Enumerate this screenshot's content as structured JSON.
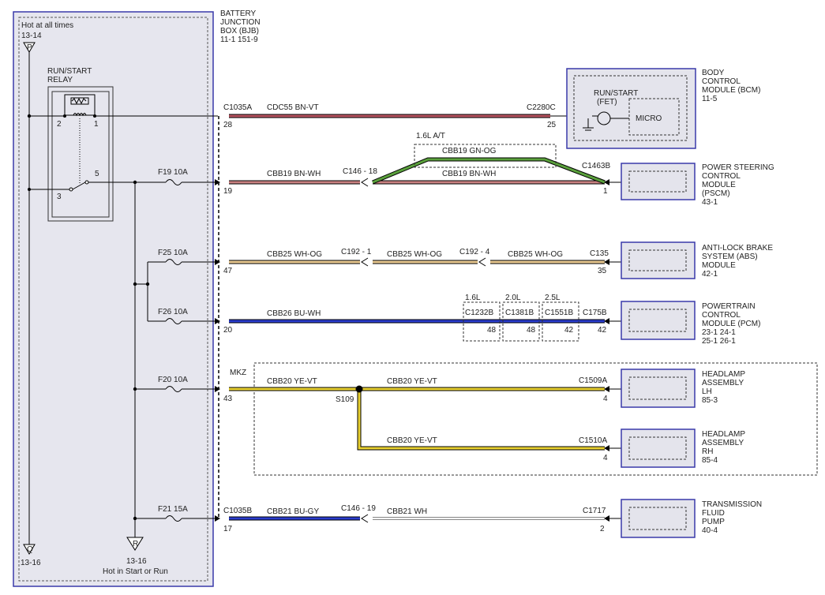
{
  "bjb": {
    "title_lines": [
      "BATTERY",
      "JUNCTION",
      "BOX (BJB)"
    ],
    "refs": "11-1    151-9",
    "hot_label": "Hot at all times",
    "ref_top": "13-14",
    "ref_bottom_left": "13-16",
    "ref_bottom_right": "13-16",
    "hot_run_label": "Hot in Start or Run",
    "tag_p": "P",
    "tag_q": "Q",
    "tag_r": "R"
  },
  "relay": {
    "title_lines": [
      "RUN/START",
      "RELAY"
    ],
    "pin2": "2",
    "pin1": "1",
    "pin3": "3",
    "pin5": "5"
  },
  "fuses": {
    "f19": "F19   10A",
    "f25": "F25   10A",
    "f26": "F26   10A",
    "f20": "F20   10A",
    "f21": "F21   15A"
  },
  "circuits": {
    "c1": {
      "conn_left": "C1035A",
      "pin_left": "28",
      "label": "CDC55   BN-VT",
      "conn_right": "C2280C",
      "pin_right": "25"
    },
    "c2": {
      "pin_left": "19",
      "label_left": "CBB19   BN-WH",
      "splice": "C146 - 18",
      "label_right": "CBB19   BN-WH",
      "conn_right": "C1463B",
      "pin_right": "1",
      "opt_label": "1.6L A/T",
      "opt_wire": "CBB19   GN-OG"
    },
    "c3": {
      "pin_left": "47",
      "label1": "CBB25   WH-OG",
      "splice1": "C192 - 1",
      "label2": "CBB25   WH-OG",
      "splice2": "C192 - 4",
      "label3": "CBB25   WH-OG",
      "conn_right": "C135",
      "pin_right": "35"
    },
    "c4": {
      "pin_left": "20",
      "label": "CBB26   BU-WH",
      "opt1_name": "1.6L",
      "opt1_conn": "C1232B",
      "opt1_pin": "48",
      "opt2_name": "2.0L",
      "opt2_conn": "C1381B",
      "opt2_pin": "48",
      "opt3_name": "2.5L",
      "opt3_conn": "C1551B",
      "opt3_pin": "42",
      "conn_right": "C175B",
      "pin_right": "42"
    },
    "c5": {
      "mkz": "MKZ",
      "pin_left": "43",
      "label_left": "CBB20   YE-VT",
      "splice": "S109",
      "label_right": "CBB20   YE-VT",
      "conn_right": "C1509A",
      "pin_right": "4"
    },
    "c6": {
      "label": "CBB20   YE-VT",
      "conn_right": "C1510A",
      "pin_right": "4"
    },
    "c7": {
      "conn_left": "C1035B",
      "pin_left": "17",
      "label_left": "CBB21   BU-GY",
      "splice": "C146 - 19",
      "label_right": "CBB21   WH",
      "conn_right": "C1717",
      "pin_right": "2"
    }
  },
  "bcm": {
    "title_lines": [
      "BODY",
      "CONTROL",
      "MODULE (BCM)",
      "11-5"
    ],
    "fet_lines": [
      "RUN/START",
      "(FET)"
    ],
    "micro": "MICRO"
  },
  "modules": {
    "pscm": [
      "POWER STEERING",
      "CONTROL",
      "MODULE",
      "(PSCM)",
      "43-1"
    ],
    "abs": [
      "ANTI-LOCK BRAKE",
      "SYSTEM (ABS)",
      "MODULE",
      "42-1"
    ],
    "pcm": [
      "POWERTRAIN",
      "CONTROL",
      "MODULE (PCM)",
      "23-1    24-1",
      "25-1    26-1"
    ],
    "hlh": [
      "HEADLAMP",
      "ASSEMBLY",
      "LH",
      "85-3"
    ],
    "hrh": [
      "HEADLAMP",
      "ASSEMBLY",
      "RH",
      "85-4"
    ],
    "tfp": [
      "TRANSMISSION",
      "FLUID",
      "PUMP",
      "40-4"
    ]
  },
  "colors": {
    "bn_vt": "#b5525e",
    "bn_wh": "#c88080",
    "gn_og": "#5aa03c",
    "wh_og": "#e8c890",
    "bu_wh": "#2a3ccc",
    "ye_vt": "#e8d030",
    "bu_gy": "#2a3ccc",
    "wh": "#e0e0e0",
    "module_fill": "#e4e4ec",
    "module_border": "#3a3aaa"
  }
}
